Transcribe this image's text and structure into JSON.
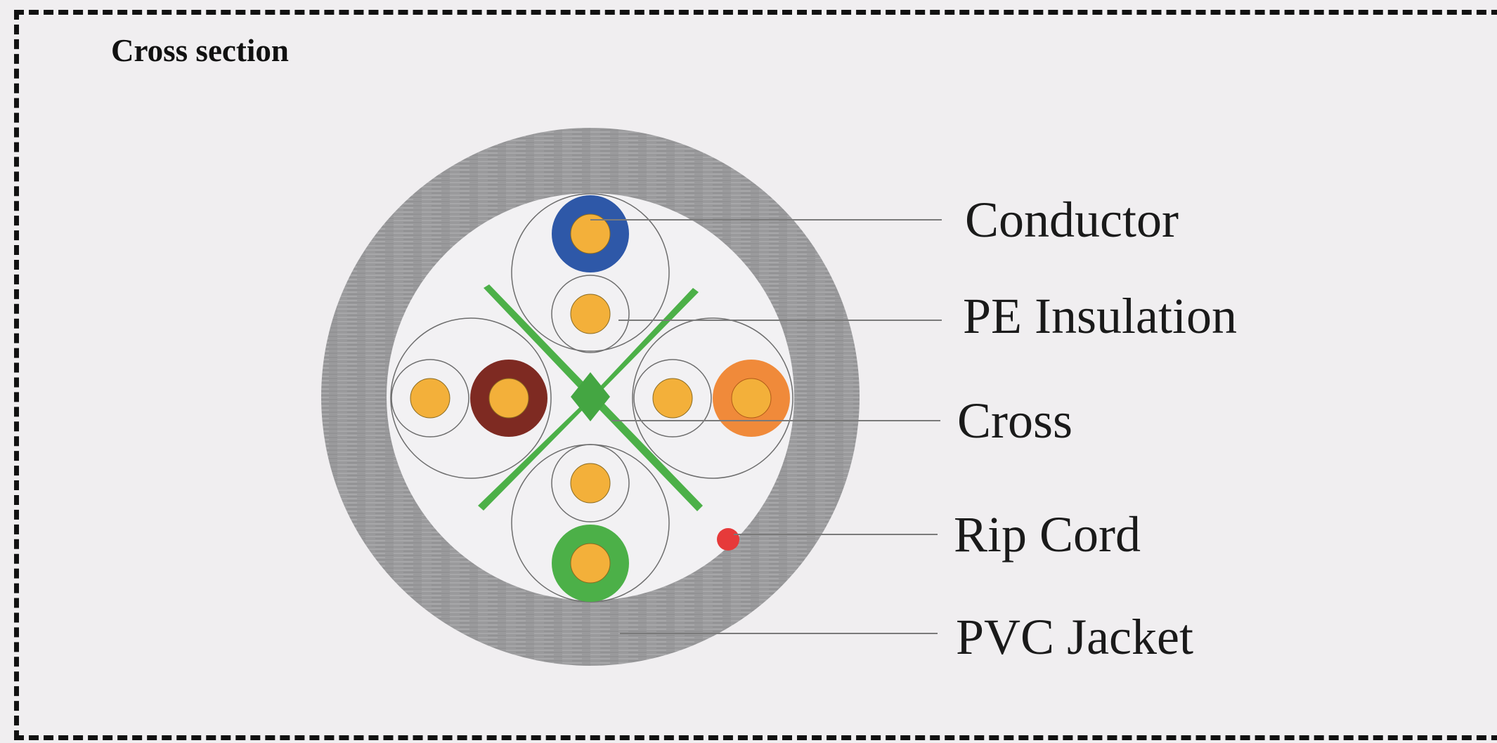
{
  "title": "Cross section",
  "labels": {
    "conductor": "Conductor",
    "pe_insulation": "PE Insulation",
    "cross": "Cross",
    "rip_cord": "Rip Cord",
    "pvc_jacket": "PVC Jacket"
  },
  "colors": {
    "background": "#f0eef0",
    "jacket": "#9a9a9c",
    "jacket_inner": "#f2f1f3",
    "cross": "#4cb048",
    "conductor": "#f3b03a",
    "blue_insulation": "#2e58a8",
    "brown_insulation": "#7e2a22",
    "orange_insulation": "#f08a3a",
    "green_insulation": "#4cb048",
    "rip_cord": "#e63a3a"
  }
}
